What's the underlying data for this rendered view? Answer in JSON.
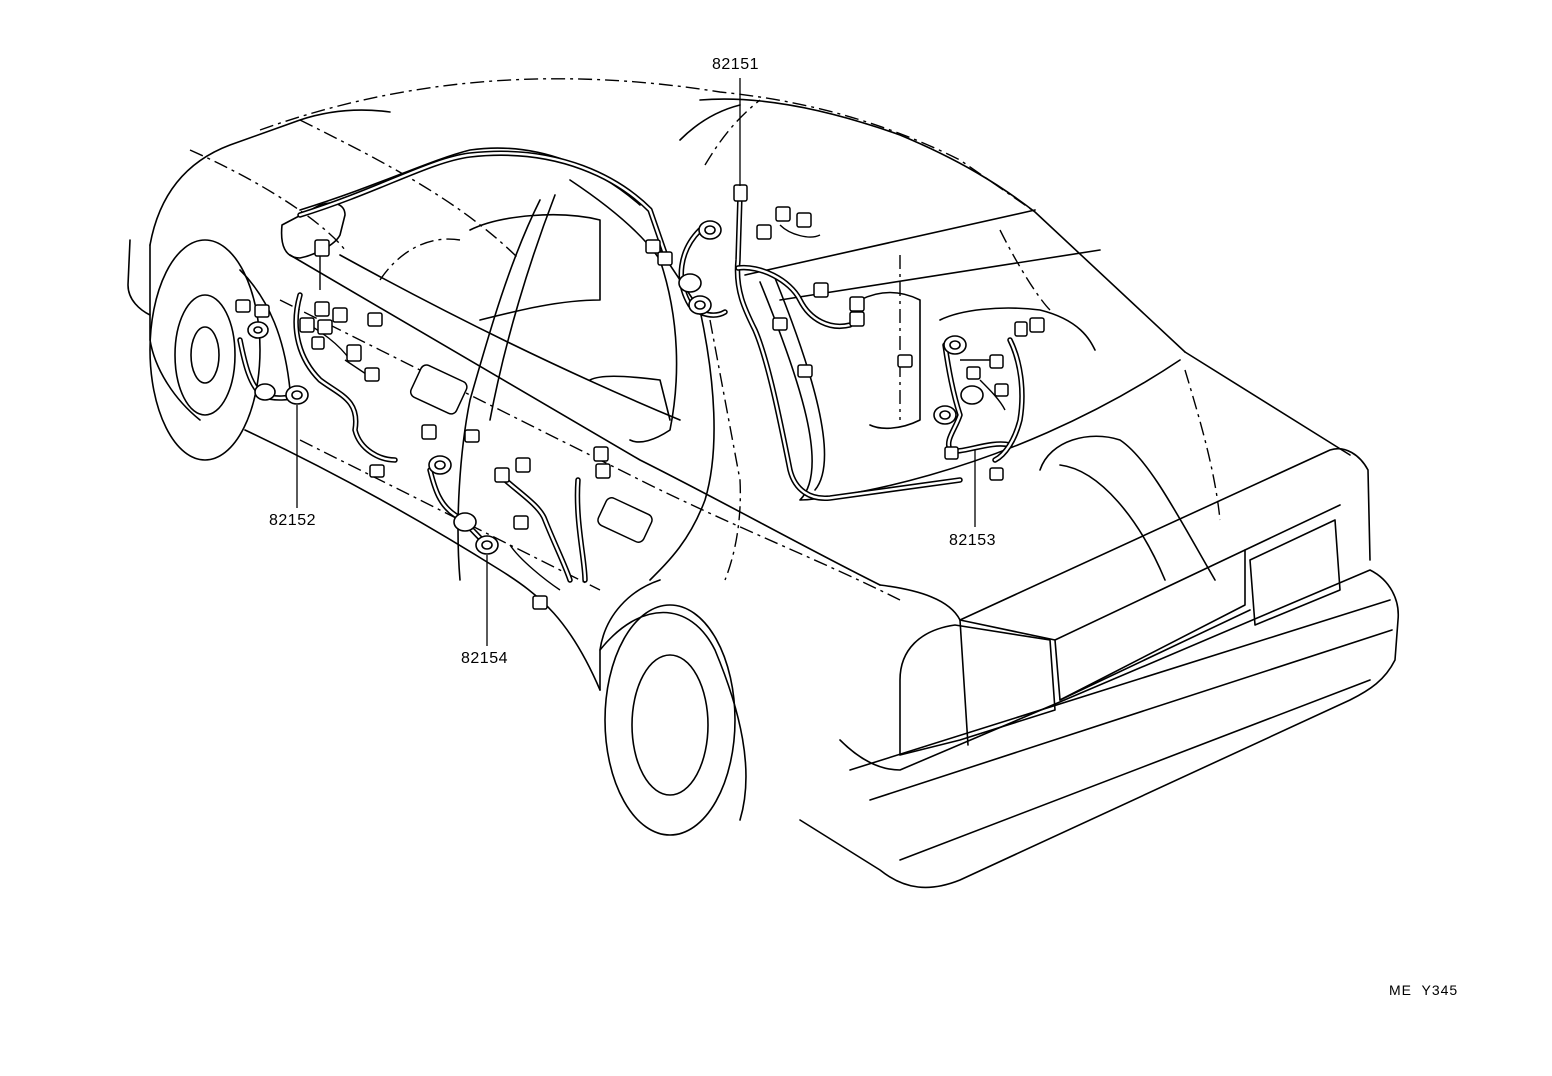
{
  "callouts": [
    {
      "id": "82151",
      "label": "82151"
    },
    {
      "id": "82152",
      "label": "82152"
    },
    {
      "id": "82153",
      "label": "82153"
    },
    {
      "id": "82154",
      "label": "82154"
    }
  ],
  "drawing_code": "ME  Y345",
  "colors": {
    "line": "#000000",
    "background": "#ffffff"
  }
}
